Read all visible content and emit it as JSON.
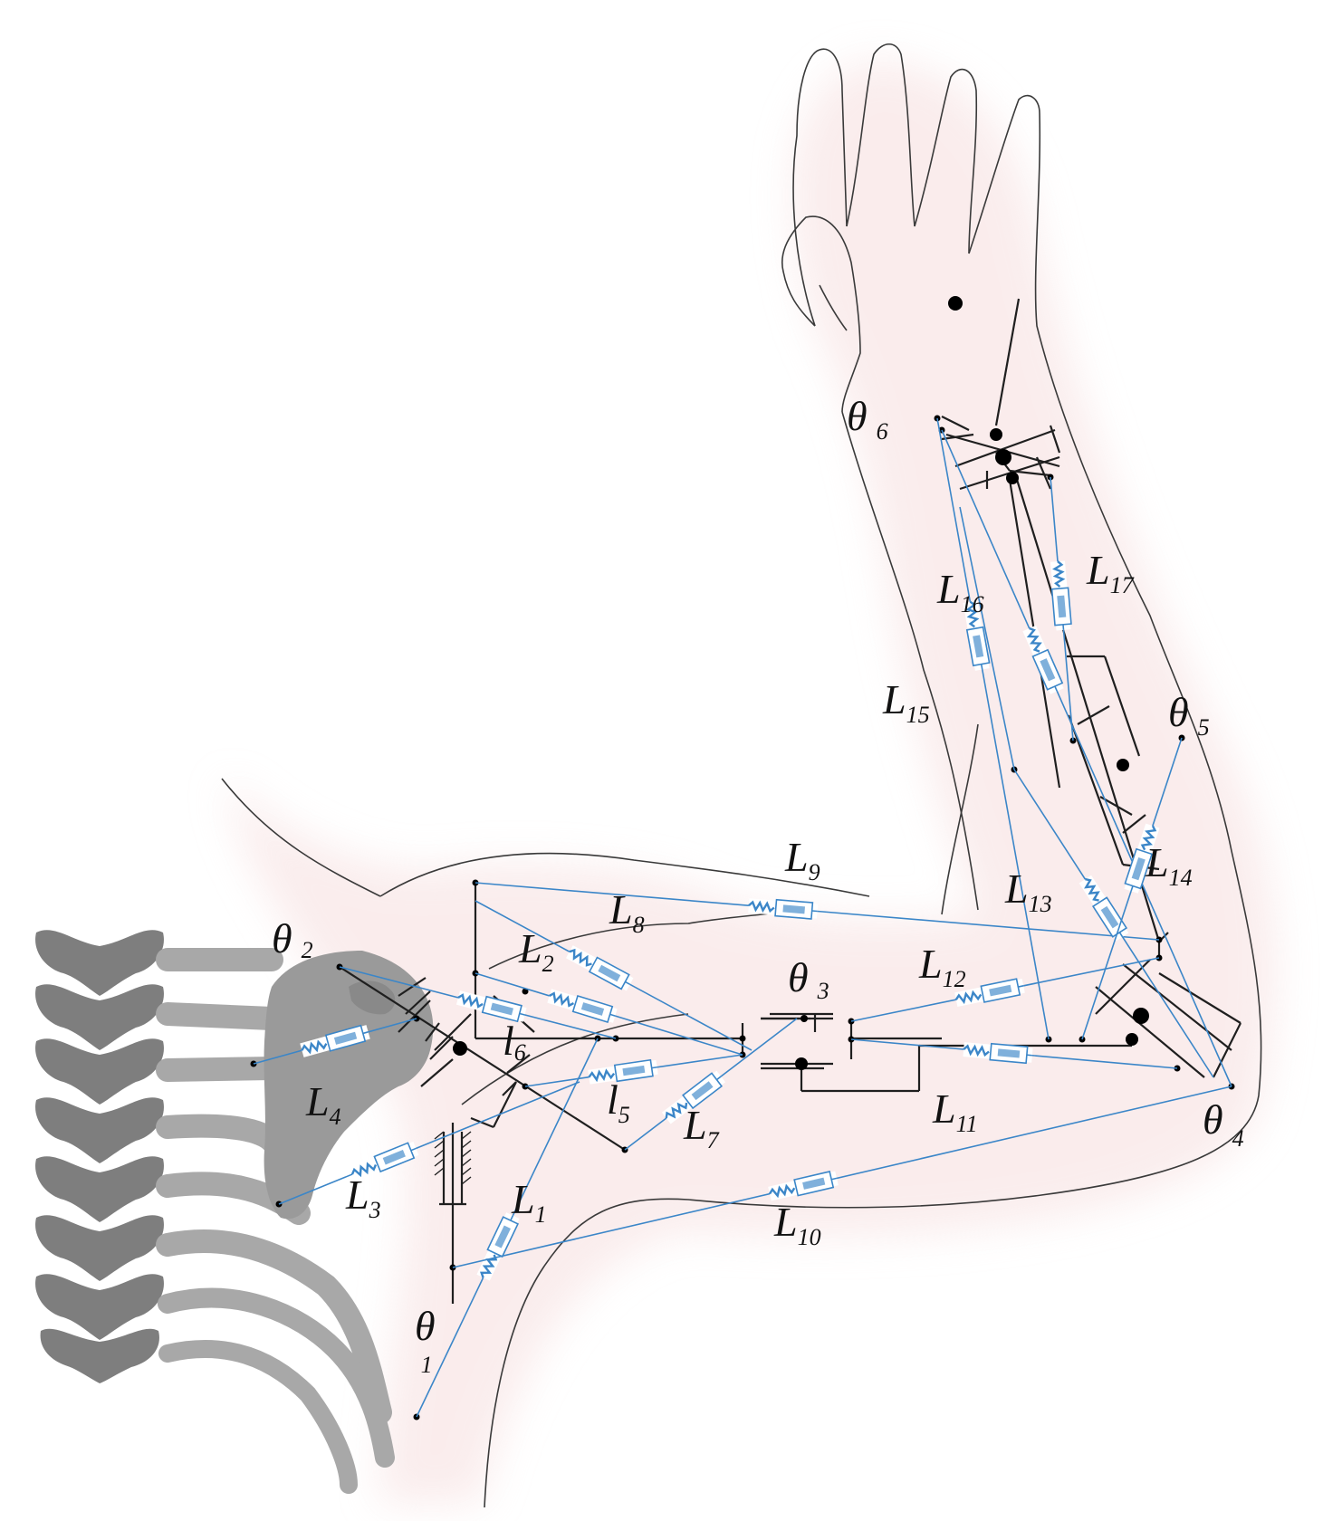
{
  "colors": {
    "muscle": "#3b86c8",
    "skeleton": "#9a9a9a",
    "skeleton_dark": "#7e7e7e",
    "linkage": "#1f1f1f",
    "outline": "#3a3a3a",
    "glow": "#f3d2d2"
  },
  "labels": {
    "theta1": {
      "sym": "θ",
      "sub": "1"
    },
    "theta2": {
      "sym": "θ",
      "sub": "2"
    },
    "theta3": {
      "sym": "θ",
      "sub": "3"
    },
    "theta4": {
      "sym": "θ",
      "sub": "4"
    },
    "theta5": {
      "sym": "θ",
      "sub": "5"
    },
    "theta6": {
      "sym": "θ",
      "sub": "6"
    },
    "l5": {
      "sym": "l",
      "sub": "5"
    },
    "l6": {
      "sym": "l",
      "sub": "6"
    },
    "L1": {
      "sym": "L",
      "sub": "1"
    },
    "L2": {
      "sym": "L",
      "sub": "2"
    },
    "L3": {
      "sym": "L",
      "sub": "3"
    },
    "L4": {
      "sym": "L",
      "sub": "4"
    },
    "L7": {
      "sym": "L",
      "sub": "7"
    },
    "L8": {
      "sym": "L",
      "sub": "8"
    },
    "L9": {
      "sym": "L",
      "sub": "9"
    },
    "L10": {
      "sym": "L",
      "sub": "10"
    },
    "L11": {
      "sym": "L",
      "sub": "11"
    },
    "L12": {
      "sym": "L",
      "sub": "12"
    },
    "L13": {
      "sym": "L",
      "sub": "13"
    },
    "L14": {
      "sym": "L",
      "sub": "14"
    },
    "L15": {
      "sym": "L",
      "sub": "15"
    },
    "L16": {
      "sym": "L",
      "sub": "16"
    },
    "L17": {
      "sym": "L",
      "sub": "17"
    }
  }
}
